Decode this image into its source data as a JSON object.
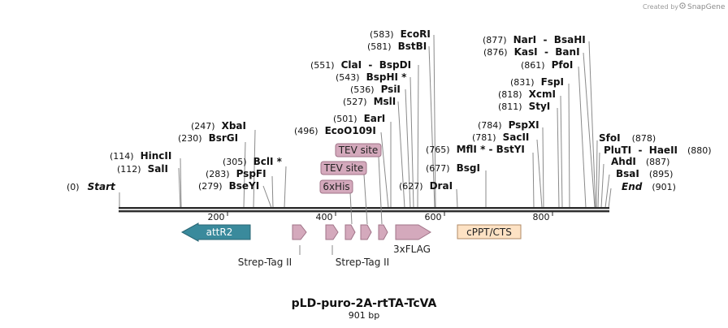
{
  "credit": {
    "prefix": "Created by",
    "brand": "SnapGene"
  },
  "map": {
    "title": "pLD-puro-2A-rtTA-TcVA",
    "subtitle": "901 bp",
    "axis_ticks": [
      "200",
      "400",
      "600",
      "800"
    ],
    "sites": [
      {
        "pos": "(0)",
        "name": "Start",
        "italic": true
      },
      {
        "pos": "(112)",
        "name": "SalI"
      },
      {
        "pos": "(114)",
        "name": "HincII"
      },
      {
        "pos": "(230)",
        "name": "BsrGI"
      },
      {
        "pos": "(247)",
        "name": "XbaI"
      },
      {
        "pos": "(279)",
        "name": "BseYI"
      },
      {
        "pos": "(283)",
        "name": "PspFI"
      },
      {
        "pos": "(305)",
        "name": "BclI *"
      },
      {
        "pos": "(496)",
        "name": "EcoO109I"
      },
      {
        "pos": "(501)",
        "name": "EarI"
      },
      {
        "pos": "(527)",
        "name": "MslI"
      },
      {
        "pos": "(536)",
        "name": "PsiI"
      },
      {
        "pos": "(543)",
        "name": "BspHI *"
      },
      {
        "pos": "(551)",
        "name": "ClaI  -  BspDI"
      },
      {
        "pos": "(581)",
        "name": "BstBI"
      },
      {
        "pos": "(583)",
        "name": "EcoRI"
      },
      {
        "pos": "(627)",
        "name": "DraI"
      },
      {
        "pos": "(677)",
        "name": "BsgI"
      },
      {
        "pos": "(765)",
        "name": "MflI * - BstYI",
        "pos_right": false
      },
      {
        "pos": "(781)",
        "name": "SacII"
      },
      {
        "pos": "(784)",
        "name": "PspXI"
      },
      {
        "pos": "(811)",
        "name": "StyI"
      },
      {
        "pos": "(818)",
        "name": "XcmI"
      },
      {
        "pos": "(831)",
        "name": "FspI"
      },
      {
        "pos": "(861)",
        "name": "PfoI"
      },
      {
        "pos": "(876)",
        "name": "KasI  -  BanI"
      },
      {
        "pos": "(877)",
        "name": "NarI  -  BsaHI"
      },
      {
        "pos": "(878)",
        "name": "SfoI"
      },
      {
        "pos": "(880)",
        "name": "PluTI  -  HaeII"
      },
      {
        "pos": "(887)",
        "name": "AhdI"
      },
      {
        "pos": "(895)",
        "name": "BsaI"
      },
      {
        "pos": "(901)",
        "name": "End",
        "italic": true
      }
    ],
    "features": {
      "attR2": "attR2",
      "cppt": "cPPT/CTS",
      "tev1": "TEV site",
      "tev2": "TEV site",
      "his": "6xHis",
      "strep1": "Strep-Tag II",
      "strep2": "Strep-Tag II",
      "flag": "3xFLAG"
    },
    "colors": {
      "backbone": "#2b2b2b",
      "attR2_fill": "#3a8a9c",
      "tag_fill": "#d4a9bc",
      "tag_stroke": "#a07488",
      "cppt_fill": "#fde2c4",
      "cppt_stroke": "#b08a66"
    }
  }
}
